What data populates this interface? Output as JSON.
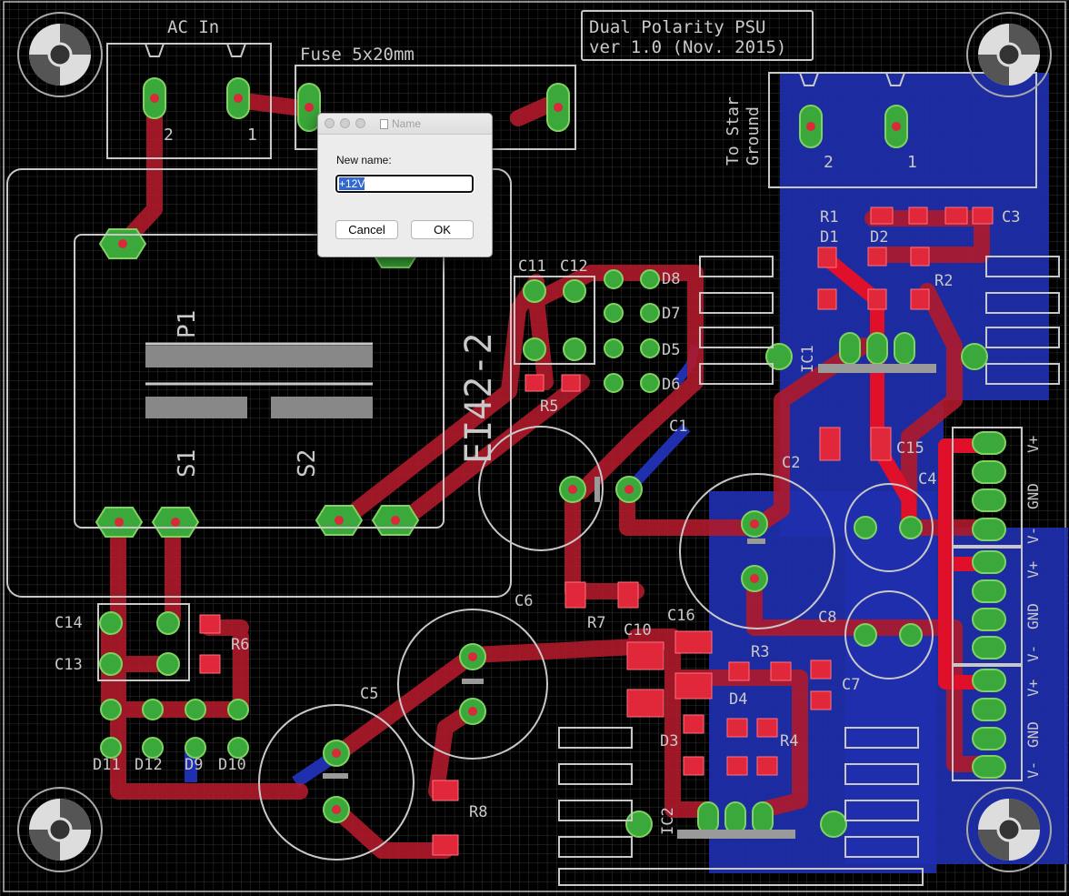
{
  "board": {
    "title_line1": "Dual Polarity PSU",
    "title_line2": "ver 1.0 (Nov. 2015)",
    "connectors": {
      "ac_in": "AC In",
      "fuse": "Fuse 5x20mm",
      "star_ground_1": "To Star",
      "star_ground_2": "Ground",
      "pin2": "2",
      "pin1": "1"
    },
    "transformer": {
      "name": "EI42-2",
      "p1": "P1",
      "s1": "S1",
      "s2": "S2"
    },
    "components": {
      "r1": "R1",
      "r2": "R2",
      "r3": "R3",
      "r4": "R4",
      "r5": "R5",
      "r6": "R6",
      "r7": "R7",
      "r8": "R8",
      "c1": "C1",
      "c2": "C2",
      "c3": "C3",
      "c4": "C4",
      "c5": "C5",
      "c6": "C6",
      "c7": "C7",
      "c8": "C8",
      "c10": "C10",
      "c11": "C11",
      "c12": "C12",
      "c13": "C13",
      "c14": "C14",
      "c15": "C15",
      "c16": "C16",
      "d1": "D1",
      "d2": "D2",
      "d3": "D3",
      "d4": "D4",
      "d5": "D5",
      "d6": "D6",
      "d7": "D7",
      "d8": "D8",
      "d9": "D9",
      "d10": "D10",
      "d11": "D11",
      "d12": "D12",
      "ic1": "IC1",
      "ic2": "IC2"
    },
    "output_labels": {
      "v_plus": "V+",
      "gnd": "GND",
      "v_minus": "V-"
    },
    "colors": {
      "top_copper": "#c4162a",
      "bottom_copper": "#1f2fae",
      "pad": "#4fb33f",
      "silkscreen": "#c8c8c8",
      "grid": "#3a3a3a"
    }
  },
  "dialog": {
    "title": "Name",
    "prompt": "New name:",
    "value": "+12V",
    "cancel_label": "Cancel",
    "ok_label": "OK"
  }
}
